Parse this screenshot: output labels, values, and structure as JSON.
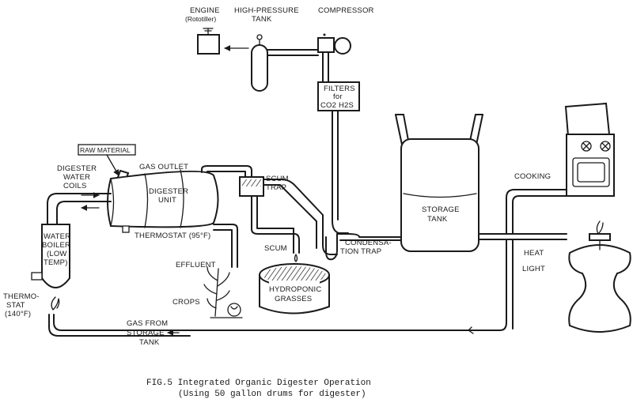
{
  "labels": {
    "engine": "ENGINE",
    "engine_sub": "(Rototiller)",
    "tank_1": "HIGH-PRESSURE",
    "tank_2": "TANK",
    "compressor": "COMPRESSOR",
    "filters_1": "FILTERS",
    "filters_2": "for",
    "filters_3": "CO2 H2S",
    "raw_material": "RAW MATERIAL",
    "digester_coils_1": "DIGESTER",
    "digester_coils_2": "WATER",
    "digester_coils_3": "COILS",
    "gas_outlet": "GAS OUTLET",
    "digester_unit_1": "DIGESTER",
    "digester_unit_2": "UNIT",
    "scum_trap_1": "SCUM",
    "scum_trap_2": "TRAP",
    "thermostat_95": "THERMOSTAT (95°F)",
    "boiler_1": "WATER",
    "boiler_2": "BOILER",
    "boiler_3": "(LOW",
    "boiler_4": "TEMP)",
    "thermostat_140_1": "THERMO-",
    "thermostat_140_2": "STAT",
    "thermostat_140_3": "(140°F)",
    "scum": "SCUM",
    "effluent": "EFFLUENT",
    "crops": "CROPS",
    "hydroponic_1": "HYDROPONIC",
    "hydroponic_2": "GRASSES",
    "condensation_1": "CONDENSA-",
    "condensation_2": "TION TRAP",
    "storage_1": "STORAGE",
    "storage_2": "TANK",
    "cooking": "COOKING",
    "heat": "HEAT",
    "light": "LIGHT",
    "gas_from_1": "GAS FROM",
    "gas_from_2": "STORAGE",
    "gas_from_3": "TANK"
  },
  "caption": {
    "line1": "FIG.5  Integrated Organic Digester Operation",
    "line2": "(Using 50 gallon drums for digester)"
  }
}
